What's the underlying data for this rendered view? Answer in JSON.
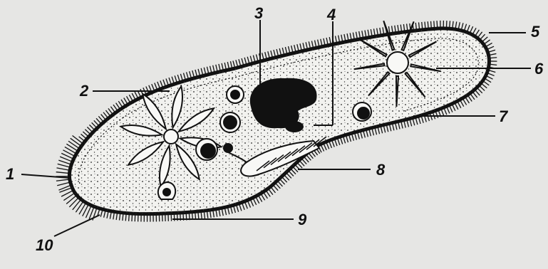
{
  "figure": {
    "colors": {
      "background": "#e6e6e4",
      "ink": "#111111",
      "cytoplasm": "#f2f2ef"
    },
    "labels": [
      {
        "id": "1",
        "text": "1"
      },
      {
        "id": "2",
        "text": "2"
      },
      {
        "id": "3",
        "text": "3"
      },
      {
        "id": "4",
        "text": "4"
      },
      {
        "id": "5",
        "text": "5"
      },
      {
        "id": "6",
        "text": "6"
      },
      {
        "id": "7",
        "text": "7"
      },
      {
        "id": "8",
        "text": "8"
      },
      {
        "id": "9",
        "text": "9"
      },
      {
        "id": "10",
        "text": "10"
      }
    ]
  }
}
